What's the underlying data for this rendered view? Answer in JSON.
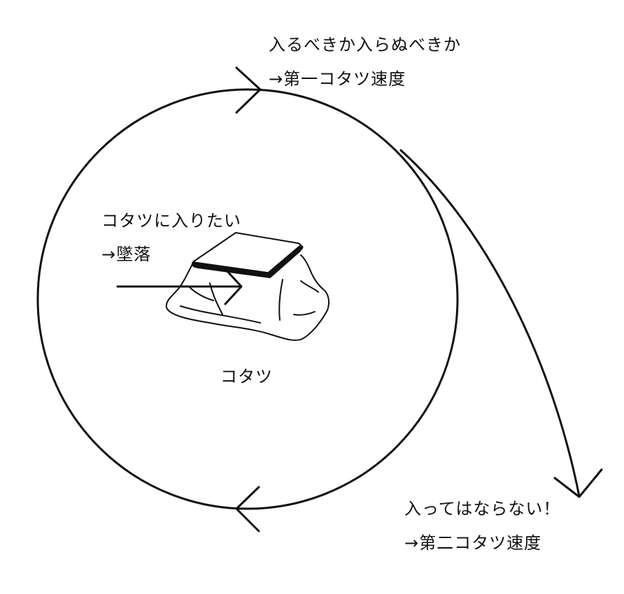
{
  "labels": {
    "orbit_question": "入るべきか入らぬべきか",
    "first_velocity": "→第一コタツ速度",
    "want_to_enter": "コタツに入りたい",
    "fall": "→墜落",
    "kotatsu": "コタツ",
    "must_not_enter": "入ってはならない！",
    "second_velocity": "→第二コタツ速度"
  },
  "colors": {
    "stroke": "#111111",
    "background": "#ffffff"
  }
}
